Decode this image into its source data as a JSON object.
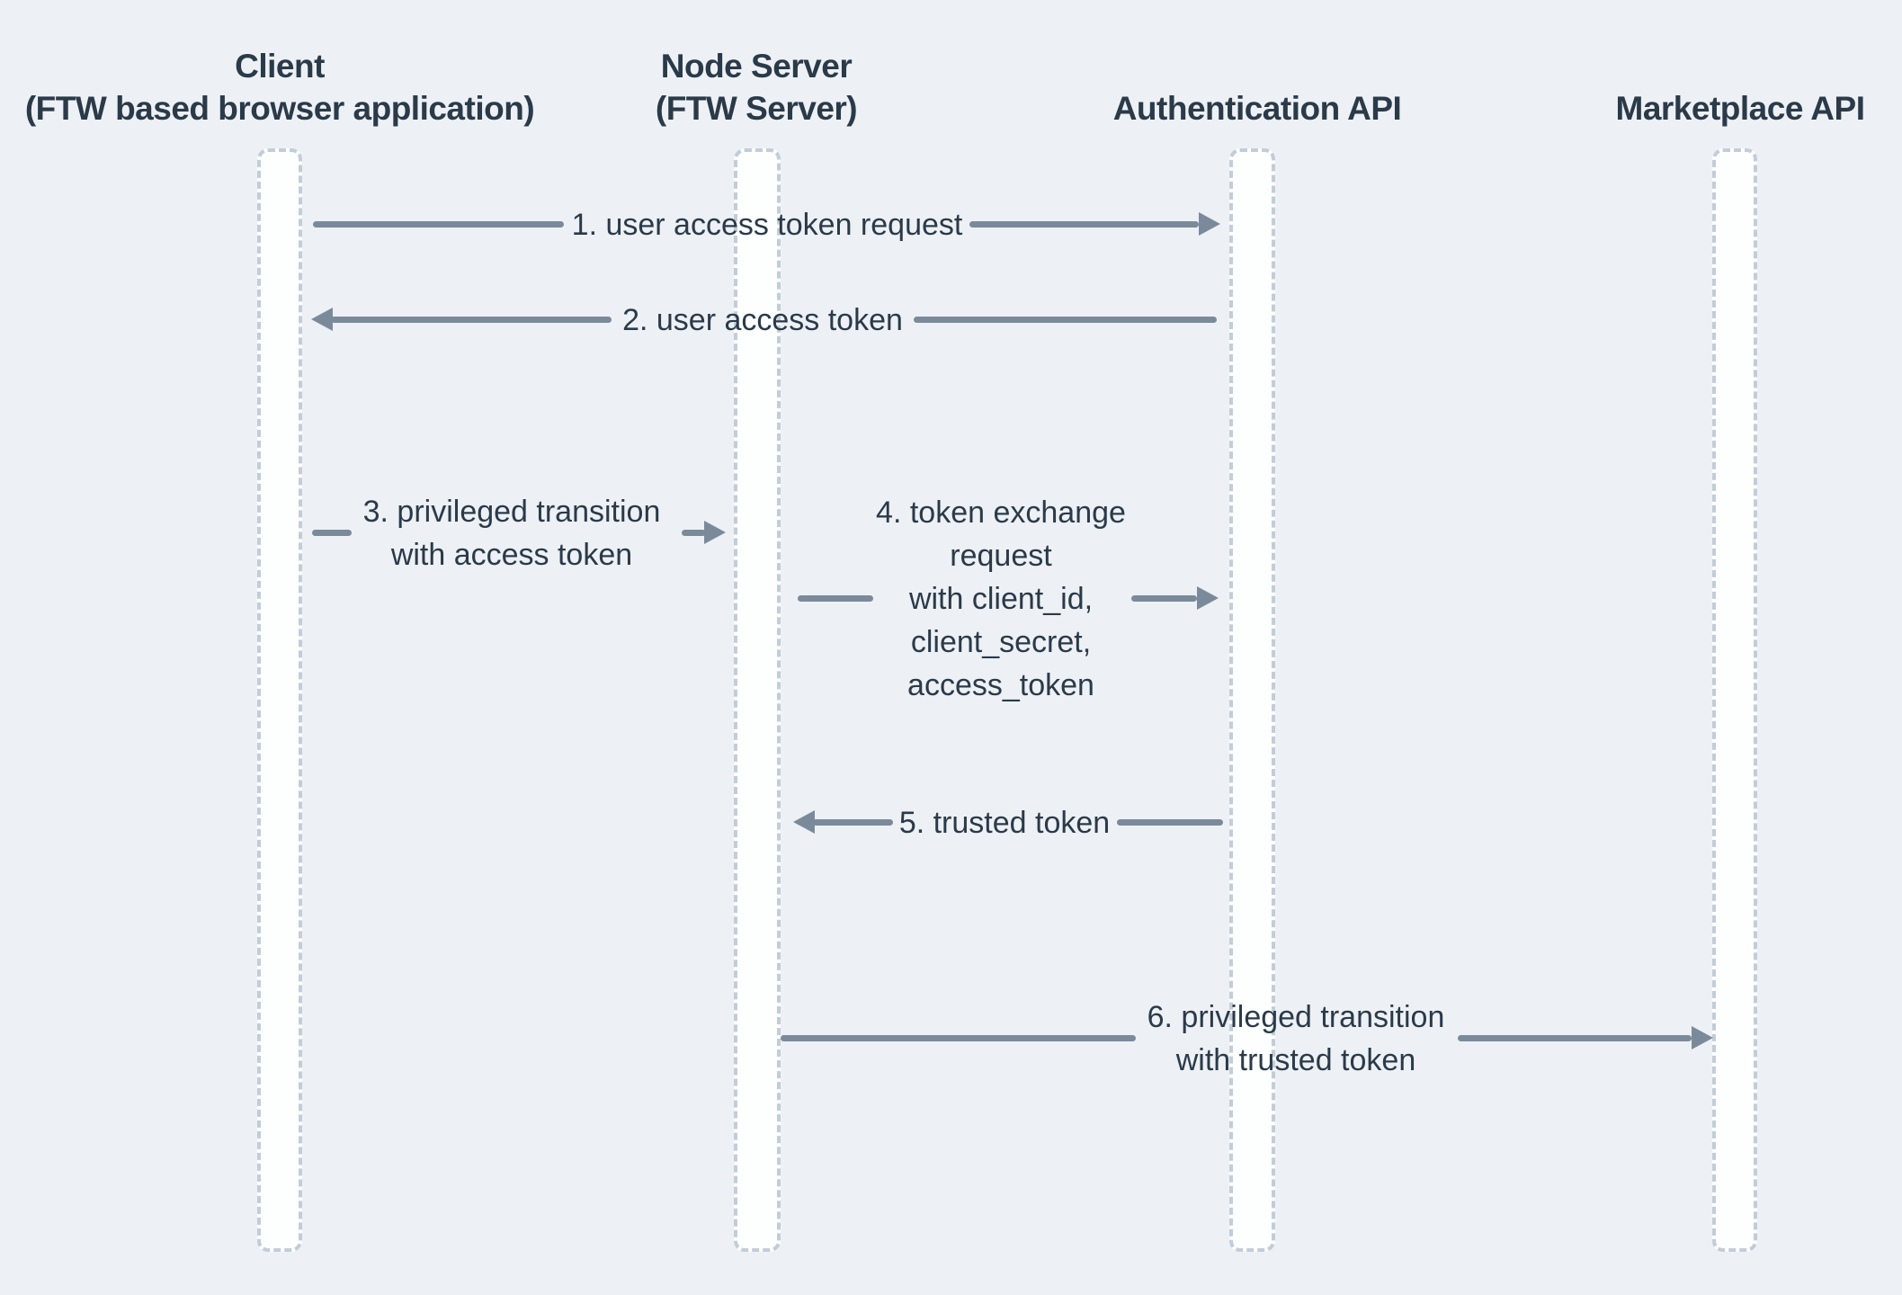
{
  "diagram": {
    "type": "sequence-diagram",
    "colors": {
      "bg": "#edf1f5",
      "ink": "#2b3a49",
      "arrow": "#7b8a9b",
      "lifeline-border": "#c3cdd8",
      "lifeline-fill": "#fdfefe"
    },
    "actors": [
      {
        "id": "client",
        "title": "Client",
        "subtitle": "(FTW based browser application)"
      },
      {
        "id": "node-server",
        "title": "Node Server",
        "subtitle": "(FTW Server)"
      },
      {
        "id": "authentication-api",
        "title": "Authentication API"
      },
      {
        "id": "marketplace-api",
        "title": "Marketplace API"
      }
    ],
    "messages": [
      {
        "from": "client",
        "to": "authentication-api",
        "direction": "right",
        "label": "1. user access token request"
      },
      {
        "from": "authentication-api",
        "to": "client",
        "direction": "left",
        "label": "2. user access token"
      },
      {
        "from": "client",
        "to": "node-server",
        "direction": "right",
        "label": "3. privileged transition\nwith access token"
      },
      {
        "from": "node-server",
        "to": "authentication-api",
        "direction": "right",
        "label": "4. token exchange\nrequest\nwith client_id,\nclient_secret,\naccess_token"
      },
      {
        "from": "authentication-api",
        "to": "node-server",
        "direction": "left",
        "label": "5. trusted token"
      },
      {
        "from": "node-server",
        "to": "marketplace-api",
        "direction": "right",
        "label": "6. privileged transition\nwith trusted token"
      }
    ]
  }
}
